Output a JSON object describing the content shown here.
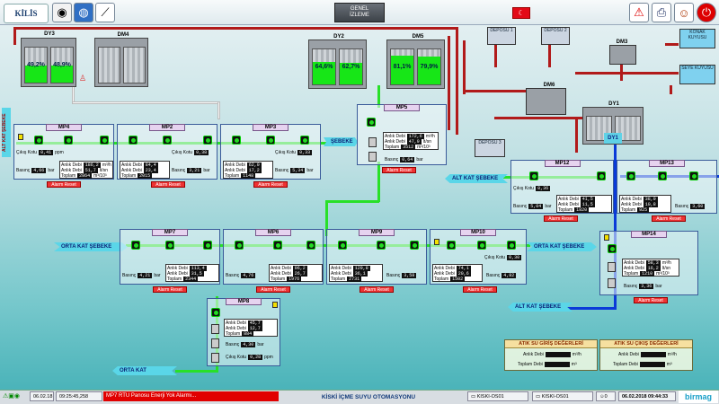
{
  "header": {
    "logo_text": "KİLİS",
    "screen_title_line1": "GENEL",
    "screen_title_line2": "İZLEME"
  },
  "tanks": {
    "dy3": {
      "label": "DY3",
      "left_pct": "49,2%",
      "right_pct": "48,9%",
      "left_level": 49.2,
      "right_level": 48.9
    },
    "dm4": {
      "label": "DM4"
    },
    "dy2": {
      "label": "DY2",
      "left_pct": "64,6%",
      "right_pct": "62,7%",
      "left_level": 64.6,
      "right_level": 62.7
    },
    "dm5": {
      "label": "DM5",
      "left_pct": "81,1%",
      "right_pct": "79,9%",
      "left_level": 81.1,
      "right_level": 79.9
    },
    "dm6": {
      "label": "DM6"
    },
    "dy1": {
      "label": "DY1"
    },
    "dm3": {
      "label": "DM3"
    },
    "dy1_tag": "DY1"
  },
  "wells": {
    "w1": "KONAK KUYUSU",
    "w2": "SEYE KUYUSU"
  },
  "stations": {
    "ds1": "DEPOSU 1",
    "ds2": "DEPOSU 2",
    "ds3": "DEPOSU 3"
  },
  "labels": {
    "anlik_debi": "Anlık Debi",
    "toplam": "Toplam",
    "basinc": "Basınç",
    "cikis_kot": "Çıkış Kotu",
    "alarm_reset": "Alarm Reset",
    "m3h": "m³/h",
    "lt_sn": "lt/sn",
    "m3": "m³/10³",
    "bar": "bar",
    "ppm": "ppm"
  },
  "networks": {
    "alt_left": "ALT KAT ŞEBEKE",
    "sebeke_mp3": "ŞEBEKE",
    "alt_right": "ALT KAT ŞEBEKE",
    "orta_left": "ORTA KAT ŞEBEKE",
    "orta_right": "ORTA KAT ŞEBEKE",
    "alt_bottom": "ALT KAT ŞEBEKE",
    "orta_bottom": "ORTA KAT ŞEBEKE"
  },
  "mp": {
    "mp4": {
      "name": "MP4",
      "flow1": "186,2",
      "flow2": "51,7",
      "total": "2864",
      "pressure": "4,66",
      "chlor": "0,41"
    },
    "mp2": {
      "name": "MP2",
      "flow1": "84,4",
      "flow2": "23,4",
      "total": "2015",
      "pressure": "3,21",
      "chlor": "0,38"
    },
    "mp3": {
      "name": "MP3",
      "flow1": "62,0",
      "flow2": "17,2",
      "total": "1148",
      "pressure": "5,34",
      "chlor": "0,33"
    },
    "mp5": {
      "name": "MP5",
      "flow1": "172,6",
      "flow2": "47,9",
      "total": "3512",
      "pressure": "0,64"
    },
    "mp12": {
      "name": "MP12",
      "flow1": "41,5",
      "flow2": "11,5",
      "total": "1820",
      "pressure": "5,04",
      "chlor": "0,36"
    },
    "mp13": {
      "name": "MP13",
      "flow1": "38,9",
      "flow2": "10,8",
      "total": "925",
      "pressure": "3,60"
    },
    "mp7": {
      "name": "MP7",
      "flow1": "113,4",
      "flow2": "31,5",
      "total": "2344",
      "pressure": "4,21"
    },
    "mp6": {
      "name": "MP6",
      "flow1": "96,2",
      "flow2": "26,7",
      "total": "1976",
      "pressure": "4,76"
    },
    "mp9": {
      "name": "MP9",
      "flow1": "129,8",
      "flow2": "36,1",
      "total": "2731",
      "pressure": "3,58"
    },
    "mp10": {
      "name": "MP10",
      "flow1": "74,1",
      "flow2": "20,6",
      "total": "1502",
      "pressure": "4,82",
      "chlor": "0,30"
    },
    "mp14": {
      "name": "MP14",
      "flow1": "58,3",
      "flow2": "16,2",
      "total": "1210",
      "pressure": "3,36"
    },
    "mp8": {
      "name": "MP8",
      "flow1": "45,7",
      "flow2": "12,7",
      "total": "884",
      "pressure": "4,30",
      "chlor": "0,28"
    }
  },
  "info": {
    "in_title": "ATIK SU GİRİŞ DEĞERLERİ",
    "out_title": "ATIK SU ÇIKIŞ DEĞERLERİ",
    "debi": "Anlık Debi",
    "toplam": "Toplam Debi",
    "m3h": "m³/h",
    "m3": "m³"
  },
  "status": {
    "date_short": "06.02.18",
    "time_ms": "09:25:45,258",
    "alarm_msg": "MP7 RTU Panosu Enerji Yok Alarmı...",
    "center_title": "KİSKİ İÇME SUYU OTOMASYONU",
    "server1": "KISKI-OS01",
    "server2": "KISKI-OS01",
    "counter": "0",
    "datetime": "06.02.2018 09:44:33",
    "brand": "birmag"
  },
  "colors": {
    "water_green": "#17e617",
    "red_pipe": "#b11a1a",
    "blue_pipe": "#0a3ad8",
    "alarm_red": "#e10000"
  }
}
